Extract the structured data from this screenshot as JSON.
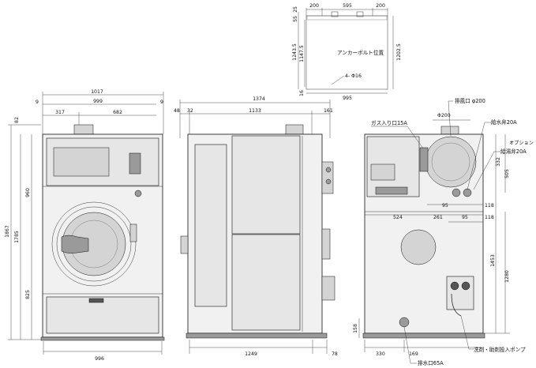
{
  "top_view": {
    "dims": {
      "w_left": "200",
      "w_mid": "595",
      "w_right": "200",
      "base": "995",
      "h_top": "25",
      "h_second": "55",
      "h_1243": "1243.5",
      "h_1147": "1147.5",
      "h_1202": "1202.5",
      "h_16": "16"
    },
    "anchor_label": "アンカーボルト位置",
    "hole_label": "4- Φ16"
  },
  "front_view": {
    "dims": {
      "width_total": "1017",
      "width_inner": "999",
      "left_9": "9",
      "right_9": "9",
      "w_317": "317",
      "w_682": "682",
      "h_1867": "1867",
      "h_1785": "1785",
      "h_960": "960",
      "h_825": "825",
      "h_82": "82",
      "base_996": "996"
    }
  },
  "side_view": {
    "dims": {
      "depth_total": "1374",
      "d_48": "48",
      "d_32": "32",
      "d_1133": "1133",
      "d_161": "161",
      "base_1249": "1249",
      "base_78": "78"
    }
  },
  "rear_view": {
    "dims": {
      "d_524": "524",
      "d_261": "261",
      "d_95a": "95",
      "d_95b": "95",
      "d_118a": "118",
      "d_118b": "118",
      "h_332": "332",
      "h_505": "505",
      "h_1453": "1453",
      "h_1280": "1280",
      "h_158": "158",
      "b_330": "330",
      "b_169": "169",
      "phi_200": "Φ200"
    },
    "labels": {
      "exhaust": "排風口 φ200",
      "gas_inlet": "ガス入り口15A",
      "water_supply": "給水弁20A",
      "option": "オプション",
      "hot_water": "給湯弁20A",
      "drain": "排水口65A",
      "detergent_pump": "洗剤・助剤投入ポンプ"
    }
  }
}
